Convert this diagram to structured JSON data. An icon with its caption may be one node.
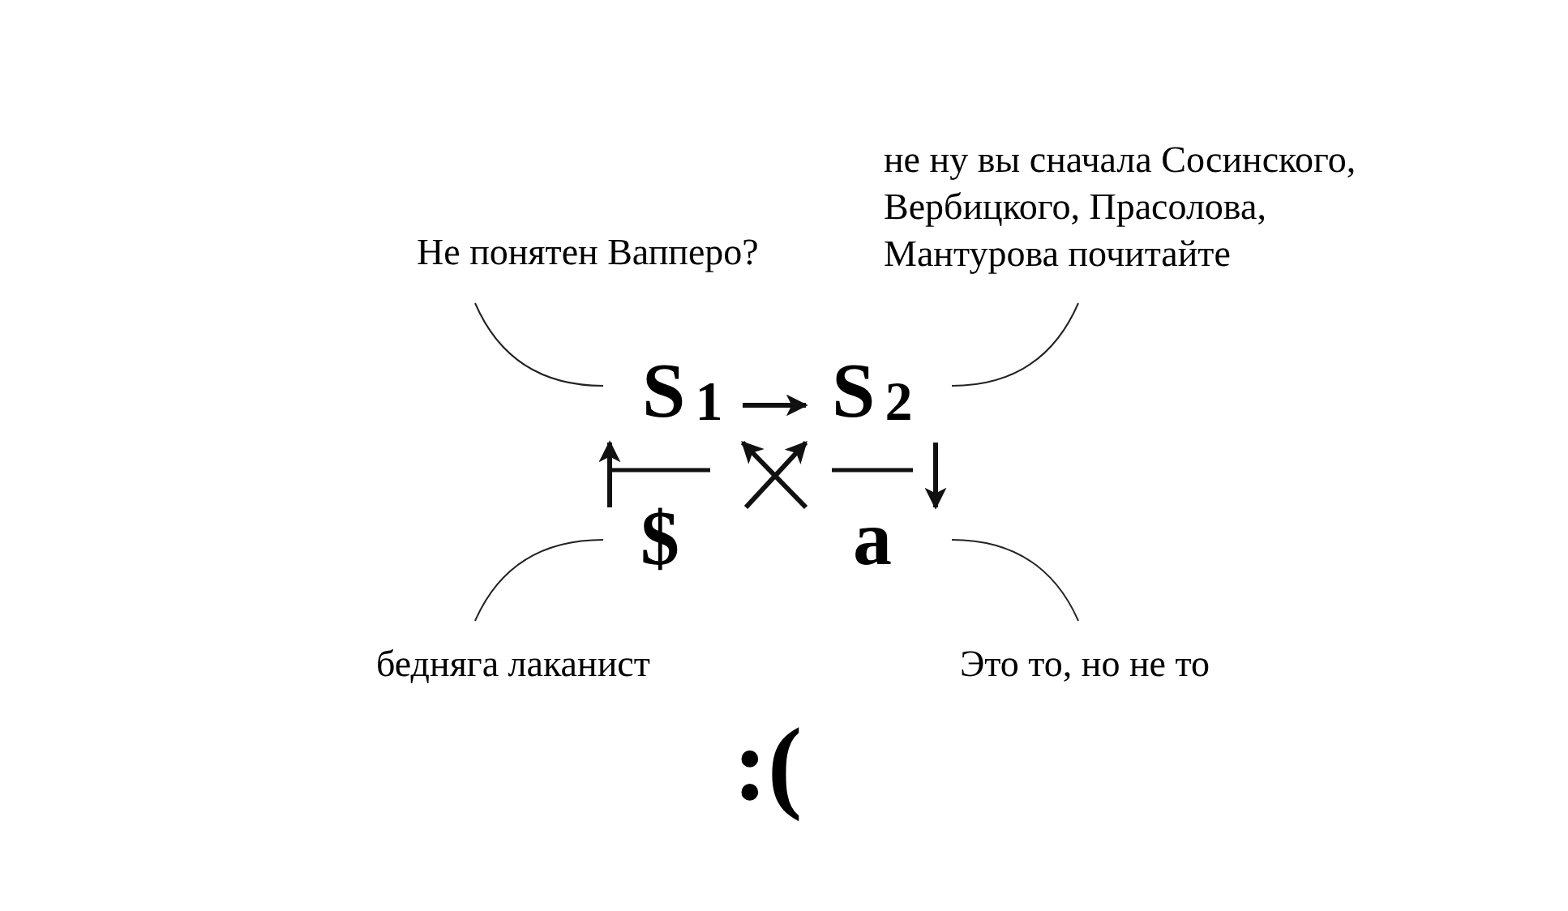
{
  "diagram": {
    "nodes": [
      {
        "text": [
          "S$_{1}$"
        ]
      },
      {
        "text": [
          "S$_{2}$"
        ]
      },
      {
        "text": [
          "$"
        ]
      },
      {
        "text": [
          "a"
        ]
      },
      {
        "text": [
          "Не понятен Вапперо?"
        ]
      },
      {
        "text": [
          "не ну вы сначала Сосинского, Вербицкого, Прасолова, Мантурова почитайте"
        ]
      },
      {
        "text": [
          "бедняга лаканист"
        ]
      },
      {
        "text": [
          "Это то, но не то"
        ]
      }
    ],
    "edges": [
      {
        "from": 0,
        "to": 1,
        "arrow": "to"
      },
      {
        "from": 2,
        "to": 0,
        "arrow": "to"
      },
      {
        "from": 1,
        "to": 3,
        "arrow": "to"
      },
      {
        "from": 2,
        "to": 1,
        "arrow": "to"
      },
      {
        "from": 3,
        "to": 0,
        "arrow": "to"
      }
    ],
    "labels": [
      ":("
    ]
  }
}
